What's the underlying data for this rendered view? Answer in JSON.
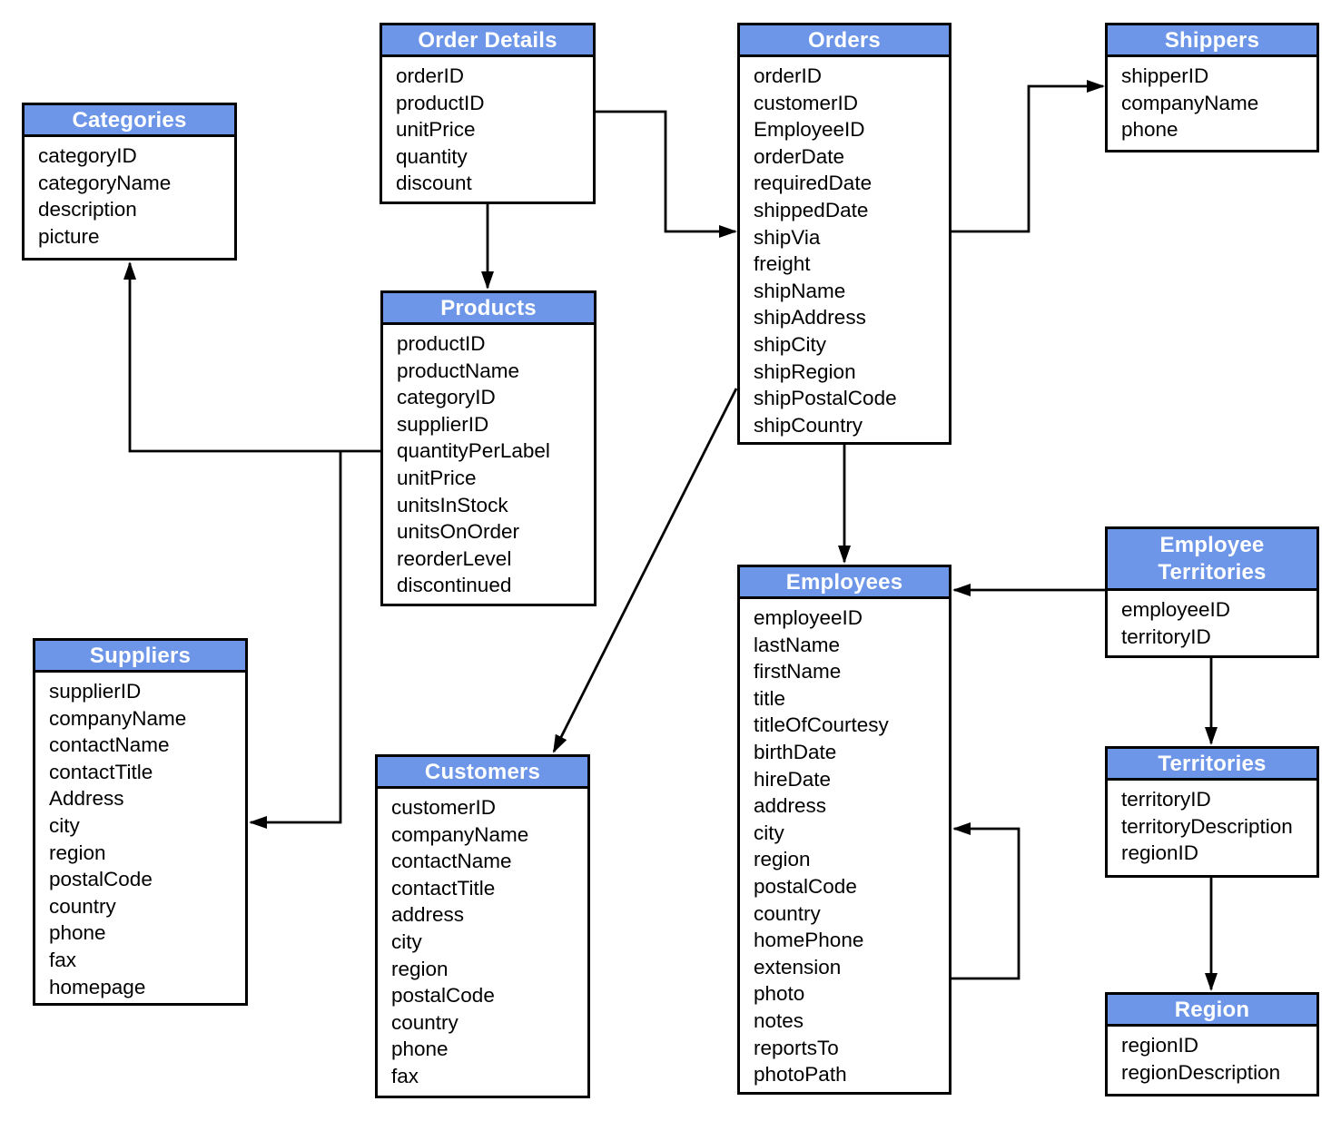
{
  "diagram": {
    "background_color": "#ffffff",
    "header_fill_color": "#6D96E8",
    "header_text_color": "#ffffff",
    "border_color": "#000000",
    "entities": {
      "categories": {
        "title": "Categories",
        "fields": [
          "categoryID",
          "categoryName",
          "description",
          "picture"
        ]
      },
      "order_details": {
        "title": "Order Details",
        "fields": [
          "orderID",
          "productID",
          "unitPrice",
          "quantity",
          "discount"
        ]
      },
      "orders": {
        "title": "Orders",
        "fields": [
          "orderID",
          "customerID",
          "EmployeeID",
          "orderDate",
          "requiredDate",
          "shippedDate",
          "shipVia",
          "freight",
          "shipName",
          "shipAddress",
          "shipCity",
          "shipRegion",
          "shipPostalCode",
          "shipCountry"
        ]
      },
      "shippers": {
        "title": "Shippers",
        "fields": [
          "shipperID",
          "companyName",
          "phone"
        ]
      },
      "products": {
        "title": "Products",
        "fields": [
          "productID",
          "productName",
          "categoryID",
          "supplierID",
          "quantityPerLabel",
          "unitPrice",
          "unitsInStock",
          "unitsOnOrder",
          "reorderLevel",
          "discontinued"
        ]
      },
      "suppliers": {
        "title": "Suppliers",
        "fields": [
          "supplierID",
          "companyName",
          "contactName",
          "contactTitle",
          "Address",
          "city",
          "region",
          "postalCode",
          "country",
          "phone",
          "fax",
          "homepage"
        ]
      },
      "customers": {
        "title": "Customers",
        "fields": [
          "customerID",
          "companyName",
          "contactName",
          "contactTitle",
          "address",
          "city",
          "region",
          "postalCode",
          "country",
          "phone",
          "fax"
        ]
      },
      "employees": {
        "title": "Employees",
        "fields": [
          "employeeID",
          "lastName",
          "firstName",
          "title",
          "titleOfCourtesy",
          "birthDate",
          "hireDate",
          "address",
          "city",
          "region",
          "postalCode",
          "country",
          "homePhone",
          "extension",
          "photo",
          "notes",
          "reportsTo",
          "photoPath"
        ]
      },
      "employee_territories": {
        "title": "Employee Territories",
        "fields": [
          "employeeID",
          "territoryID"
        ]
      },
      "territories": {
        "title": "Territories",
        "fields": [
          "territoryID",
          "territoryDescription",
          "regionID"
        ]
      },
      "region": {
        "title": "Region",
        "fields": [
          "regionID",
          "regionDescription"
        ]
      }
    },
    "relationships": [
      {
        "from": "Order Details",
        "to": "Orders"
      },
      {
        "from": "Order Details",
        "to": "Products"
      },
      {
        "from": "Orders",
        "to": "Shippers"
      },
      {
        "from": "Orders",
        "to": "Employees"
      },
      {
        "from": "Orders",
        "to": "Customers"
      },
      {
        "from": "Products",
        "to": "Categories"
      },
      {
        "from": "Products",
        "to": "Suppliers"
      },
      {
        "from": "Employee Territories",
        "to": "Employees"
      },
      {
        "from": "Employee Territories",
        "to": "Territories"
      },
      {
        "from": "Territories",
        "to": "Region"
      },
      {
        "from": "Employees",
        "to": "Employees"
      }
    ]
  }
}
